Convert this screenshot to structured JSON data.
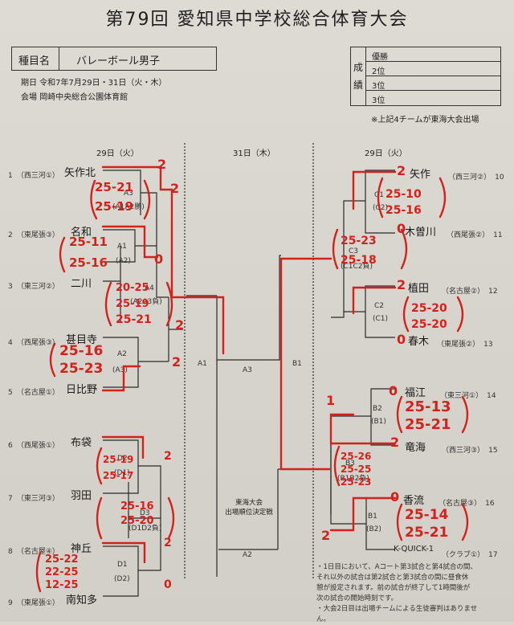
{
  "title": "第79回 愛知県中学校総合体育大会",
  "header": {
    "event_label": "種目名",
    "event_value": "バレーボール男子",
    "date_line": "期日 令和7年7月29日・31日（火・木）",
    "venue_line": "会場 岡崎中央総合公園体育館"
  },
  "results_table": {
    "side_label": "成績",
    "rows": [
      "優勝",
      "2位",
      "3位",
      "3位"
    ],
    "note": "※上記4チームが東海大会出場"
  },
  "day_labels": {
    "left": "29日（火）",
    "center": "31日（木）",
    "right": "29日（火）"
  },
  "left_teams": [
    {
      "num": "1",
      "pref": "（西三河①）",
      "name": "矢作北"
    },
    {
      "num": "2",
      "pref": "（東尾張③）",
      "name": "名和"
    },
    {
      "num": "3",
      "pref": "（東三河②）",
      "name": "二川"
    },
    {
      "num": "4",
      "pref": "（西尾張③）",
      "name": "甚目寺"
    },
    {
      "num": "5",
      "pref": "（名古屋①）",
      "name": "日比野"
    },
    {
      "num": "6",
      "pref": "（西尾張①）",
      "name": "布袋"
    },
    {
      "num": "7",
      "pref": "（東三河③）",
      "name": "羽田"
    },
    {
      "num": "8",
      "pref": "（名古屋④）",
      "name": "神丘"
    },
    {
      "num": "9",
      "pref": "（東尾張①）",
      "name": "南知多"
    }
  ],
  "right_teams": [
    {
      "num": "10",
      "pref": "（西三河②）",
      "name": "矢作"
    },
    {
      "num": "11",
      "pref": "（西尾張②）",
      "name": "木曽川"
    },
    {
      "num": "12",
      "pref": "（名古屋②）",
      "name": "植田"
    },
    {
      "num": "13",
      "pref": "（東尾張②）",
      "name": "春木"
    },
    {
      "num": "14",
      "pref": "（東三河①）",
      "name": "福江"
    },
    {
      "num": "15",
      "pref": "（西三河③）",
      "name": "竜海"
    },
    {
      "num": "16",
      "pref": "（名古屋③）",
      "name": "香流"
    },
    {
      "num": "17",
      "pref": "（クラブ①）",
      "name": "K-QUICK-1"
    }
  ],
  "nodes": {
    "A3": "A3",
    "A3_sub": "(A1A2勝)",
    "A1": "A1",
    "A1_sub": "(A2)",
    "A4": "A4",
    "A4_sub": "(A2A3負)",
    "A2": "A2",
    "A2_sub": "(A3)",
    "D2": "D2",
    "D2_sub": "(D1)",
    "D3": "D3",
    "D3_sub": "(D1D2負)",
    "D1": "D1",
    "D1_sub": "(D2)",
    "C1": "C1",
    "C1_sub": "(C2)",
    "C3": "C3",
    "C3_sub": "(C1C2負)",
    "C2": "C2",
    "C2_sub": "(C1)",
    "B2": "B2",
    "B2_sub": "(B1)",
    "B3": "B3",
    "B3_sub": "(B1B2負)",
    "B1": "B1",
    "B1_sub": "(B2)",
    "center_A1": "A1",
    "center_A3": "A3",
    "center_B1": "B1",
    "center_A2": "A2"
  },
  "center_caption": [
    "東海大会",
    "出場順位決定戦"
  ],
  "footnotes": [
    "・1日目において、Aコート第3試合と第4試合の間、",
    "それ以外の試合は第2試合と第3試合の間に昼食休",
    "憩が設定されます。前の試合が終了して1時間後が",
    "次の試合の開始時刻です。",
    "・大会2日目は出場チームによる生徒審判はありませ",
    "ん。"
  ],
  "handwritten": {
    "s1": "25-21",
    "s2": "25-19",
    "s3": "25-11",
    "s4": "25-16",
    "s5": "20-25",
    "s6": "25-19",
    "s7": "25-21",
    "s8": "25-16",
    "s9": "25-23",
    "s10": "25-19",
    "s11": "25-17",
    "s12": "25-16",
    "s13": "25-20",
    "s14": "25-22",
    "s15": "22-25",
    "s16": "12-25",
    "s17": "25-10",
    "s18": "25-16",
    "s19": "25-23",
    "s20": "25-18",
    "s21": "25-20",
    "s22": "25-20",
    "s23": "25-13",
    "s24": "25-21",
    "s25": "25-26",
    "s26": "25-25",
    "s27": "25-23",
    "s28": "25-14",
    "s29": "25-21",
    "w2": "2",
    "w0": "0",
    "w1": "1"
  },
  "colors": {
    "ink": "#222222",
    "marker": "#d2221c",
    "paper": "#dad7d0"
  }
}
